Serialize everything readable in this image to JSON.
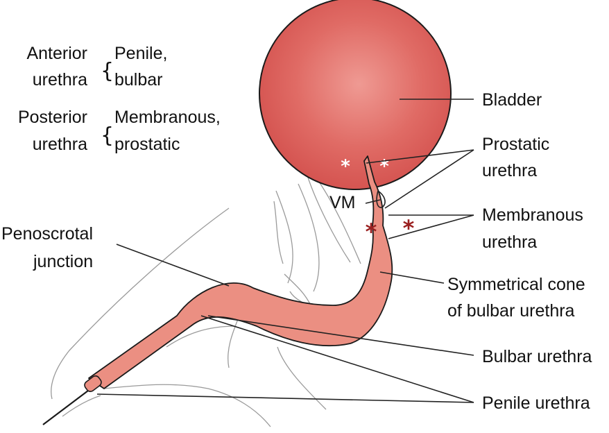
{
  "legend": {
    "anterior": {
      "term_line1": "Anterior",
      "term_line2": "urethra",
      "parts_line1": "Penile,",
      "parts_line2": "bulbar"
    },
    "posterior": {
      "term_line1": "Posterior",
      "term_line2": "urethra",
      "parts_line1": "Membranous,",
      "parts_line2": "prostatic"
    },
    "brace_glyph": "{"
  },
  "labels": {
    "bladder": "Bladder",
    "prostatic_line1": "Prostatic",
    "prostatic_line2": "urethra",
    "vm": "VM",
    "membranous_line1": "Membranous",
    "membranous_line2": "urethra",
    "penoscrotal_line1": "Penoscrotal",
    "penoscrotal_line2": "junction",
    "cone_line1": "Symmetrical cone",
    "cone_line2": "of bulbar urethra",
    "bulbar": "Bulbar urethra",
    "penile": "Penile urethra"
  },
  "markers": {
    "white_asterisk": "*",
    "dark_asterisk": "*"
  },
  "colors": {
    "bladder_fill": "#dc5f5b",
    "bladder_highlight": "#ef9a93",
    "urethra_fill": "#eb8f82",
    "outline": "#1a1a1a",
    "white_marker": "#ffffff",
    "dark_marker": "#9a1f1f",
    "anatomy_lines": "#9a9a9a"
  }
}
